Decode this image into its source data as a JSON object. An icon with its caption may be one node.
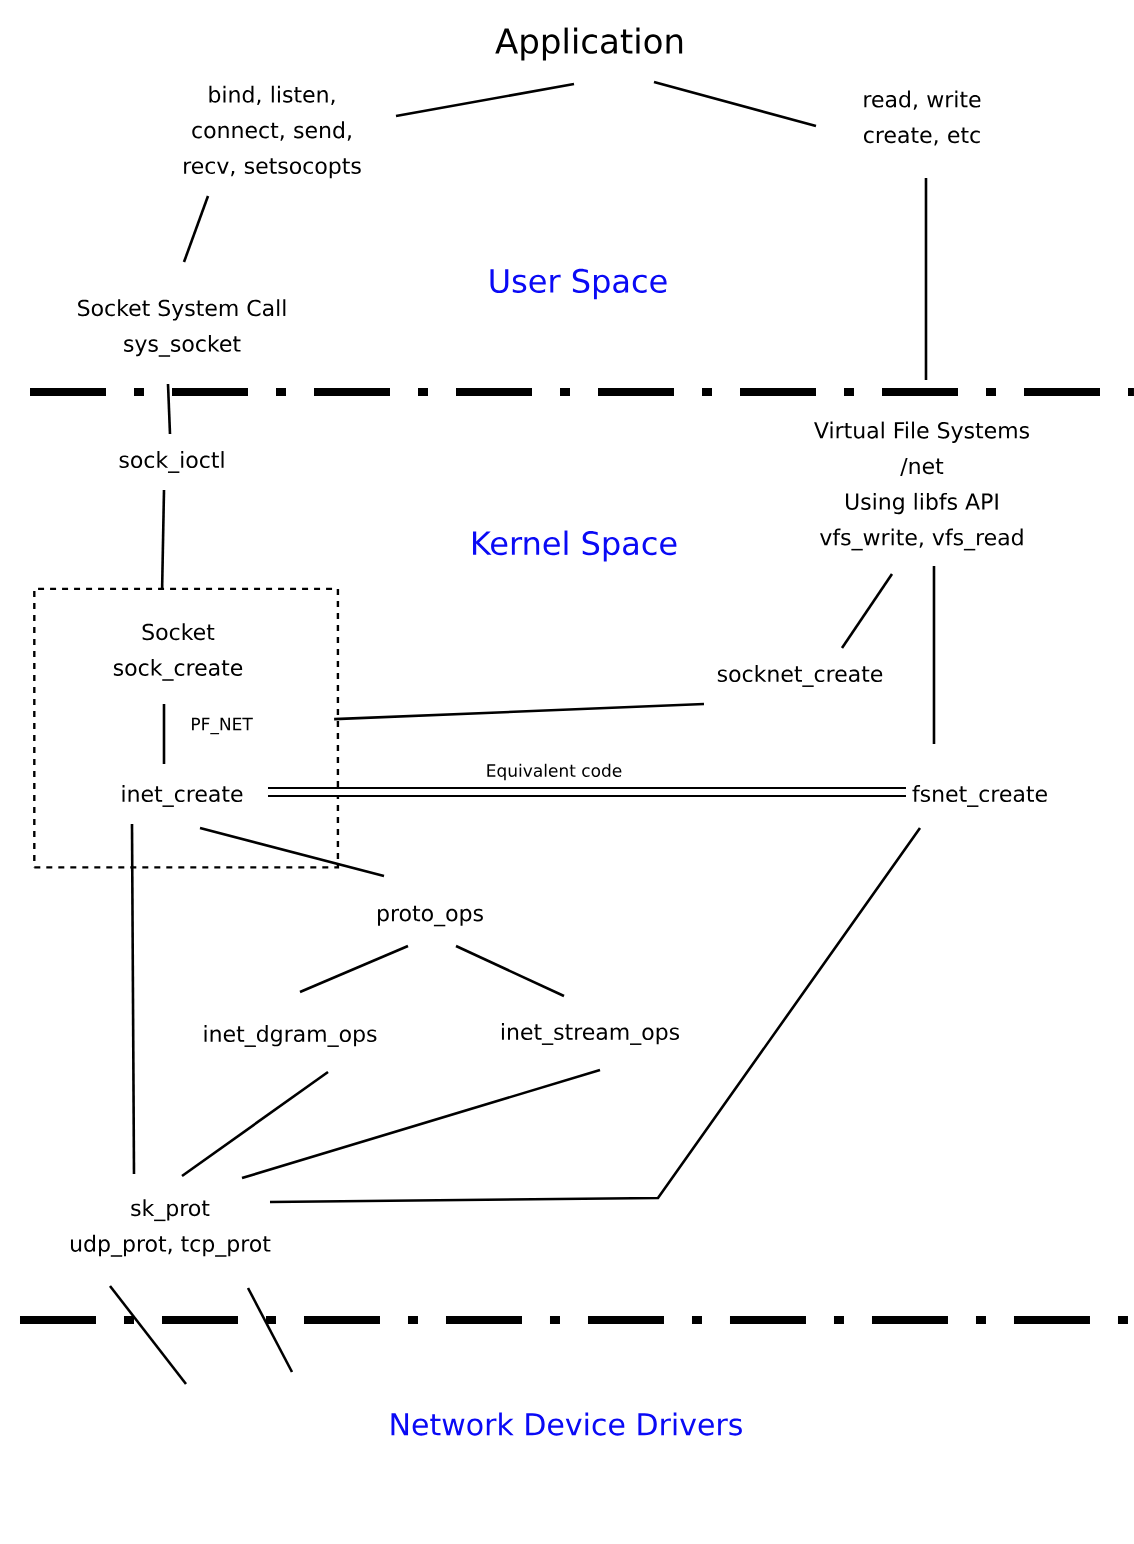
{
  "diagram": {
    "nodes": [
      {
        "text": [
          "Application"
        ]
      },
      {
        "text": [
          "bind, listen, connect, send, recv, setsocopts"
        ]
      },
      {
        "text": [
          "read, write create, etc"
        ]
      },
      {
        "text": [
          "Socket System Call",
          "sys_socket"
        ]
      },
      {
        "text": [
          "Virtual File Systems",
          "/net",
          "Using libfs API",
          "vfs_write, vfs_read"
        ]
      },
      {
        "text": [
          "sock_ioctl"
        ]
      },
      {
        "text": [],
        "shape": "box"
      },
      {
        "text": [
          "Socket",
          "sock_create"
        ],
        "in": 6
      },
      {
        "text": [
          "socknet_create"
        ]
      },
      {
        "text": [
          "inet_create"
        ],
        "in": 6
      },
      {
        "text": [
          "fsnet_create"
        ]
      },
      {
        "text": [
          "proto_ops"
        ]
      },
      {
        "text": [
          "inet_dgram_ops"
        ]
      },
      {
        "text": [
          "inet_stream_ops"
        ]
      },
      {
        "text": [
          "sk_prot",
          "udp_prot, tcp_prot"
        ]
      },
      {
        "text": [
          "Network Device Drivers"
        ]
      }
    ],
    "edges": [
      {
        "from": 0,
        "to": 1,
        "arrow": "none"
      },
      {
        "from": 0,
        "to": 2,
        "arrow": "none"
      },
      {
        "from": 1,
        "to": 3,
        "arrow": "none"
      },
      {
        "from": 2,
        "to": 4,
        "arrow": "none"
      },
      {
        "from": 3,
        "to": 5,
        "arrow": "none"
      },
      {
        "from": 5,
        "to": 6,
        "arrow": "none"
      },
      {
        "from": 7,
        "to": 9,
        "arrow": "none",
        "label": "PF_NET"
      },
      {
        "from": 4,
        "to": 8,
        "arrow": "none"
      },
      {
        "from": 4,
        "to": 10,
        "arrow": "none"
      },
      {
        "from": 8,
        "to": 6,
        "arrow": "none"
      },
      {
        "from": 9,
        "to": 10,
        "arrow": "none",
        "label": "Equivalent code",
        "style": "thick"
      },
      {
        "from": 9,
        "to": 11,
        "arrow": "none"
      },
      {
        "from": 11,
        "to": 12,
        "arrow": "none"
      },
      {
        "from": 11,
        "to": 13,
        "arrow": "none"
      },
      {
        "from": 9,
        "to": 14,
        "arrow": "none"
      },
      {
        "from": 12,
        "to": 14,
        "arrow": "none"
      },
      {
        "from": 13,
        "to": 14,
        "arrow": "none"
      },
      {
        "from": 10,
        "to": 14,
        "arrow": "none"
      },
      {
        "from": 14,
        "to": null,
        "arrow": "none"
      },
      {
        "from": 14,
        "to": null,
        "arrow": "none"
      }
    ],
    "labels": [
      "User Space",
      "Kernel Space"
    ]
  }
}
